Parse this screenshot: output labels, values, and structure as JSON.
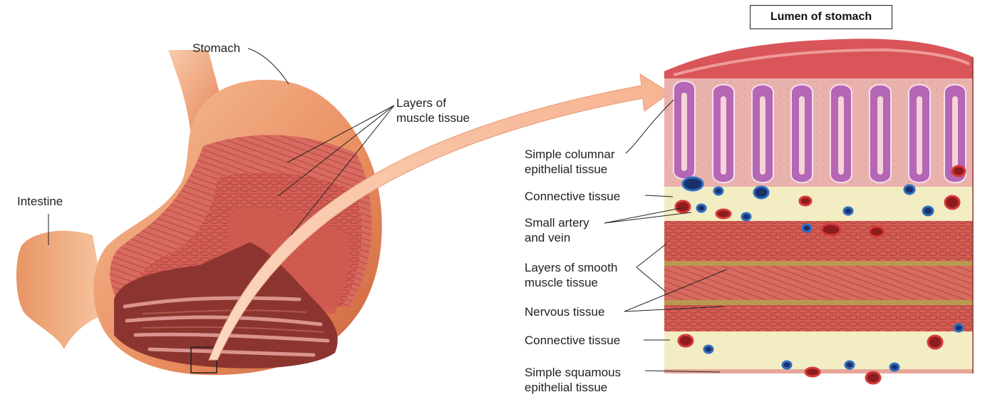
{
  "labels": {
    "stomach": "Stomach",
    "muscle_layers": [
      "Layers of",
      "muscle tissue"
    ],
    "intestine": "Intestine",
    "lumen": "Lumen of stomach",
    "simple_columnar": [
      "Simple columnar",
      "epithelial tissue"
    ],
    "connective_top": "Connective tissue",
    "small_artery": [
      "Small artery",
      "and vein"
    ],
    "smooth_muscle": [
      "Layers of smooth",
      "muscle tissue"
    ],
    "nervous": "Nervous tissue",
    "connective_bottom": "Connective tissue",
    "simple_squamous": [
      "Simple squamous",
      "epithelial tissue"
    ]
  },
  "colors": {
    "stomach_outer": "#f0a77a",
    "muscle": "#d9685e",
    "mucosa": "#e8a8a4",
    "gland": "#b866b8",
    "connective": "#f4eec8",
    "artery": "#c8262a",
    "vein": "#2d6fc0",
    "nerve": "#c9b36a",
    "arrow": "#f9c4a6"
  }
}
